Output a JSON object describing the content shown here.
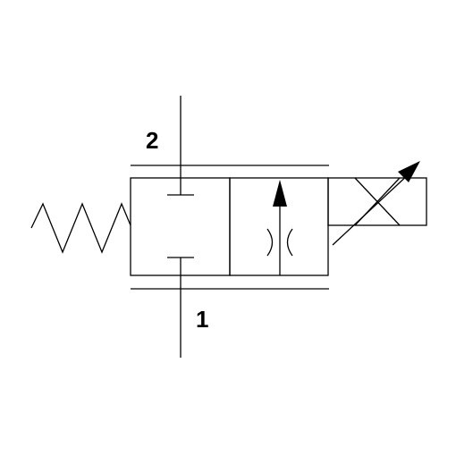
{
  "diagram": {
    "ports": {
      "top_label": "2",
      "bottom_label": "1"
    },
    "colors": {
      "line": "#000000",
      "background": "#ffffff"
    },
    "components": [
      "spring-icon",
      "closed-position-block",
      "variable-throttle-check-block",
      "proportional-solenoid-icon"
    ]
  }
}
